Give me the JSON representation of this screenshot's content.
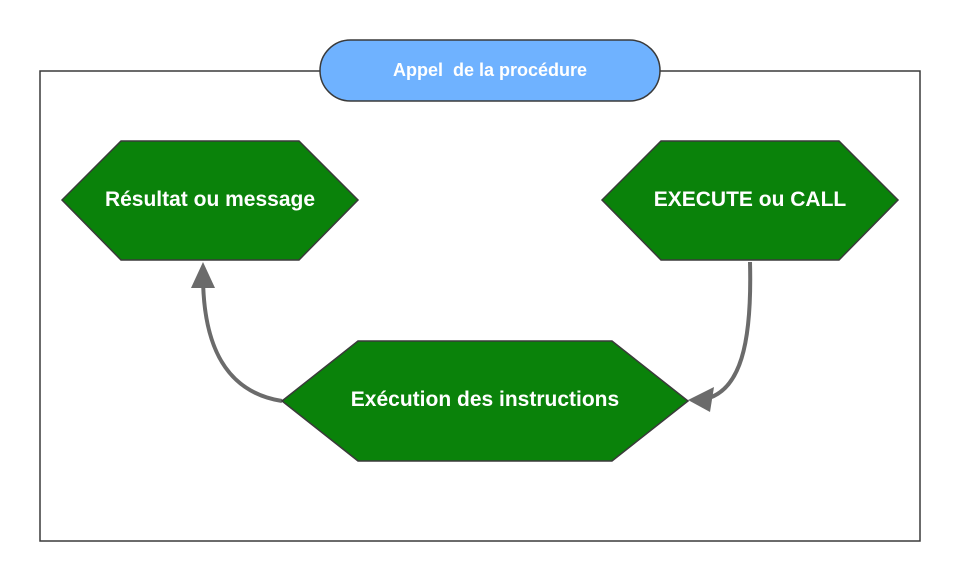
{
  "container": {
    "title": "Appel  de la procédure",
    "title_fill": "#6fb2ff",
    "border_color": "#3a3a3a"
  },
  "nodes": {
    "execute": {
      "label": "EXECUTE ou CALL"
    },
    "execution": {
      "label": "Exécution des instructions"
    },
    "result": {
      "label": "Résultat ou message"
    }
  },
  "colors": {
    "node_fill": "#0a820a",
    "node_text": "#ffffff",
    "connector": "#6b6b6b"
  },
  "edges": [
    {
      "from": "execute",
      "to": "execution"
    },
    {
      "from": "execution",
      "to": "result"
    }
  ]
}
